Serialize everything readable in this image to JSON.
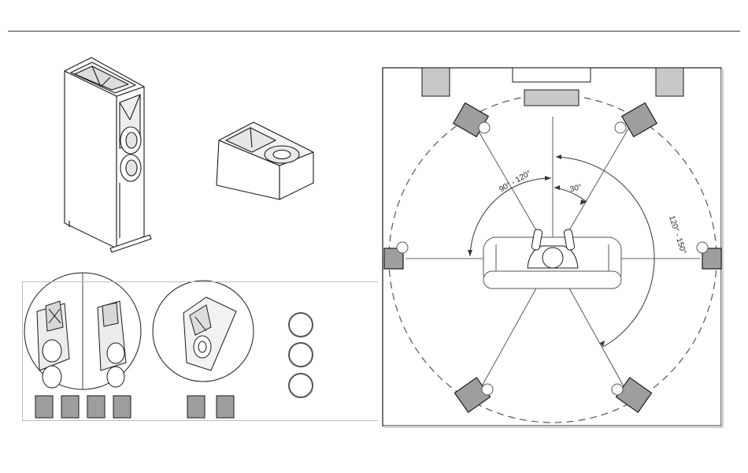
{
  "diagram": {
    "title": "",
    "angle_labels": {
      "front": "90° - 120°",
      "center": "30°",
      "rear": "120° - 150°"
    },
    "colors": {
      "line": "#1a1a1a",
      "speaker_fill": "#9e9e9e",
      "front_panel_fill": "#c8c8c8",
      "background": "#ffffff",
      "legend_border": "#bdbdbd"
    },
    "legend": {
      "floorstanding_swatch_count": 4,
      "elevation_swatch_count": 2,
      "marker_circle_count": 3
    }
  }
}
